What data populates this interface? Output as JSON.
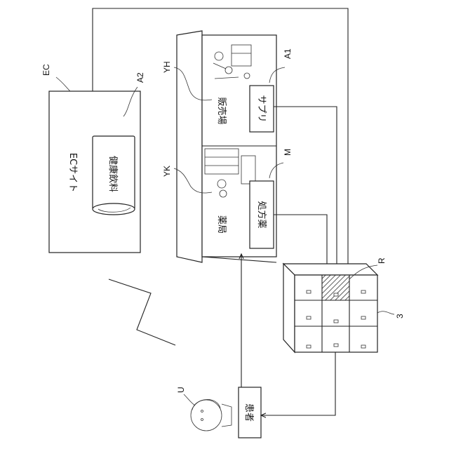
{
  "ec_site": {
    "ref": "EC",
    "label": "ECサイト",
    "product_ref": "A2",
    "product_label": "健康飲料"
  },
  "store": {
    "sales_floor": {
      "ref": "YH",
      "label": "販売場",
      "item_ref": "A1",
      "item_label": "サプリ"
    },
    "pharmacy": {
      "ref": "YK",
      "label": "薬局",
      "item_ref": "M",
      "item_label": "処方薬"
    }
  },
  "locker": {
    "ref": "3",
    "compartment_ref": "R"
  },
  "patient": {
    "ref": "U",
    "label": "患者"
  },
  "colors": {
    "line": "#222222",
    "fill": "#ffffff",
    "hatch": "#333333"
  }
}
